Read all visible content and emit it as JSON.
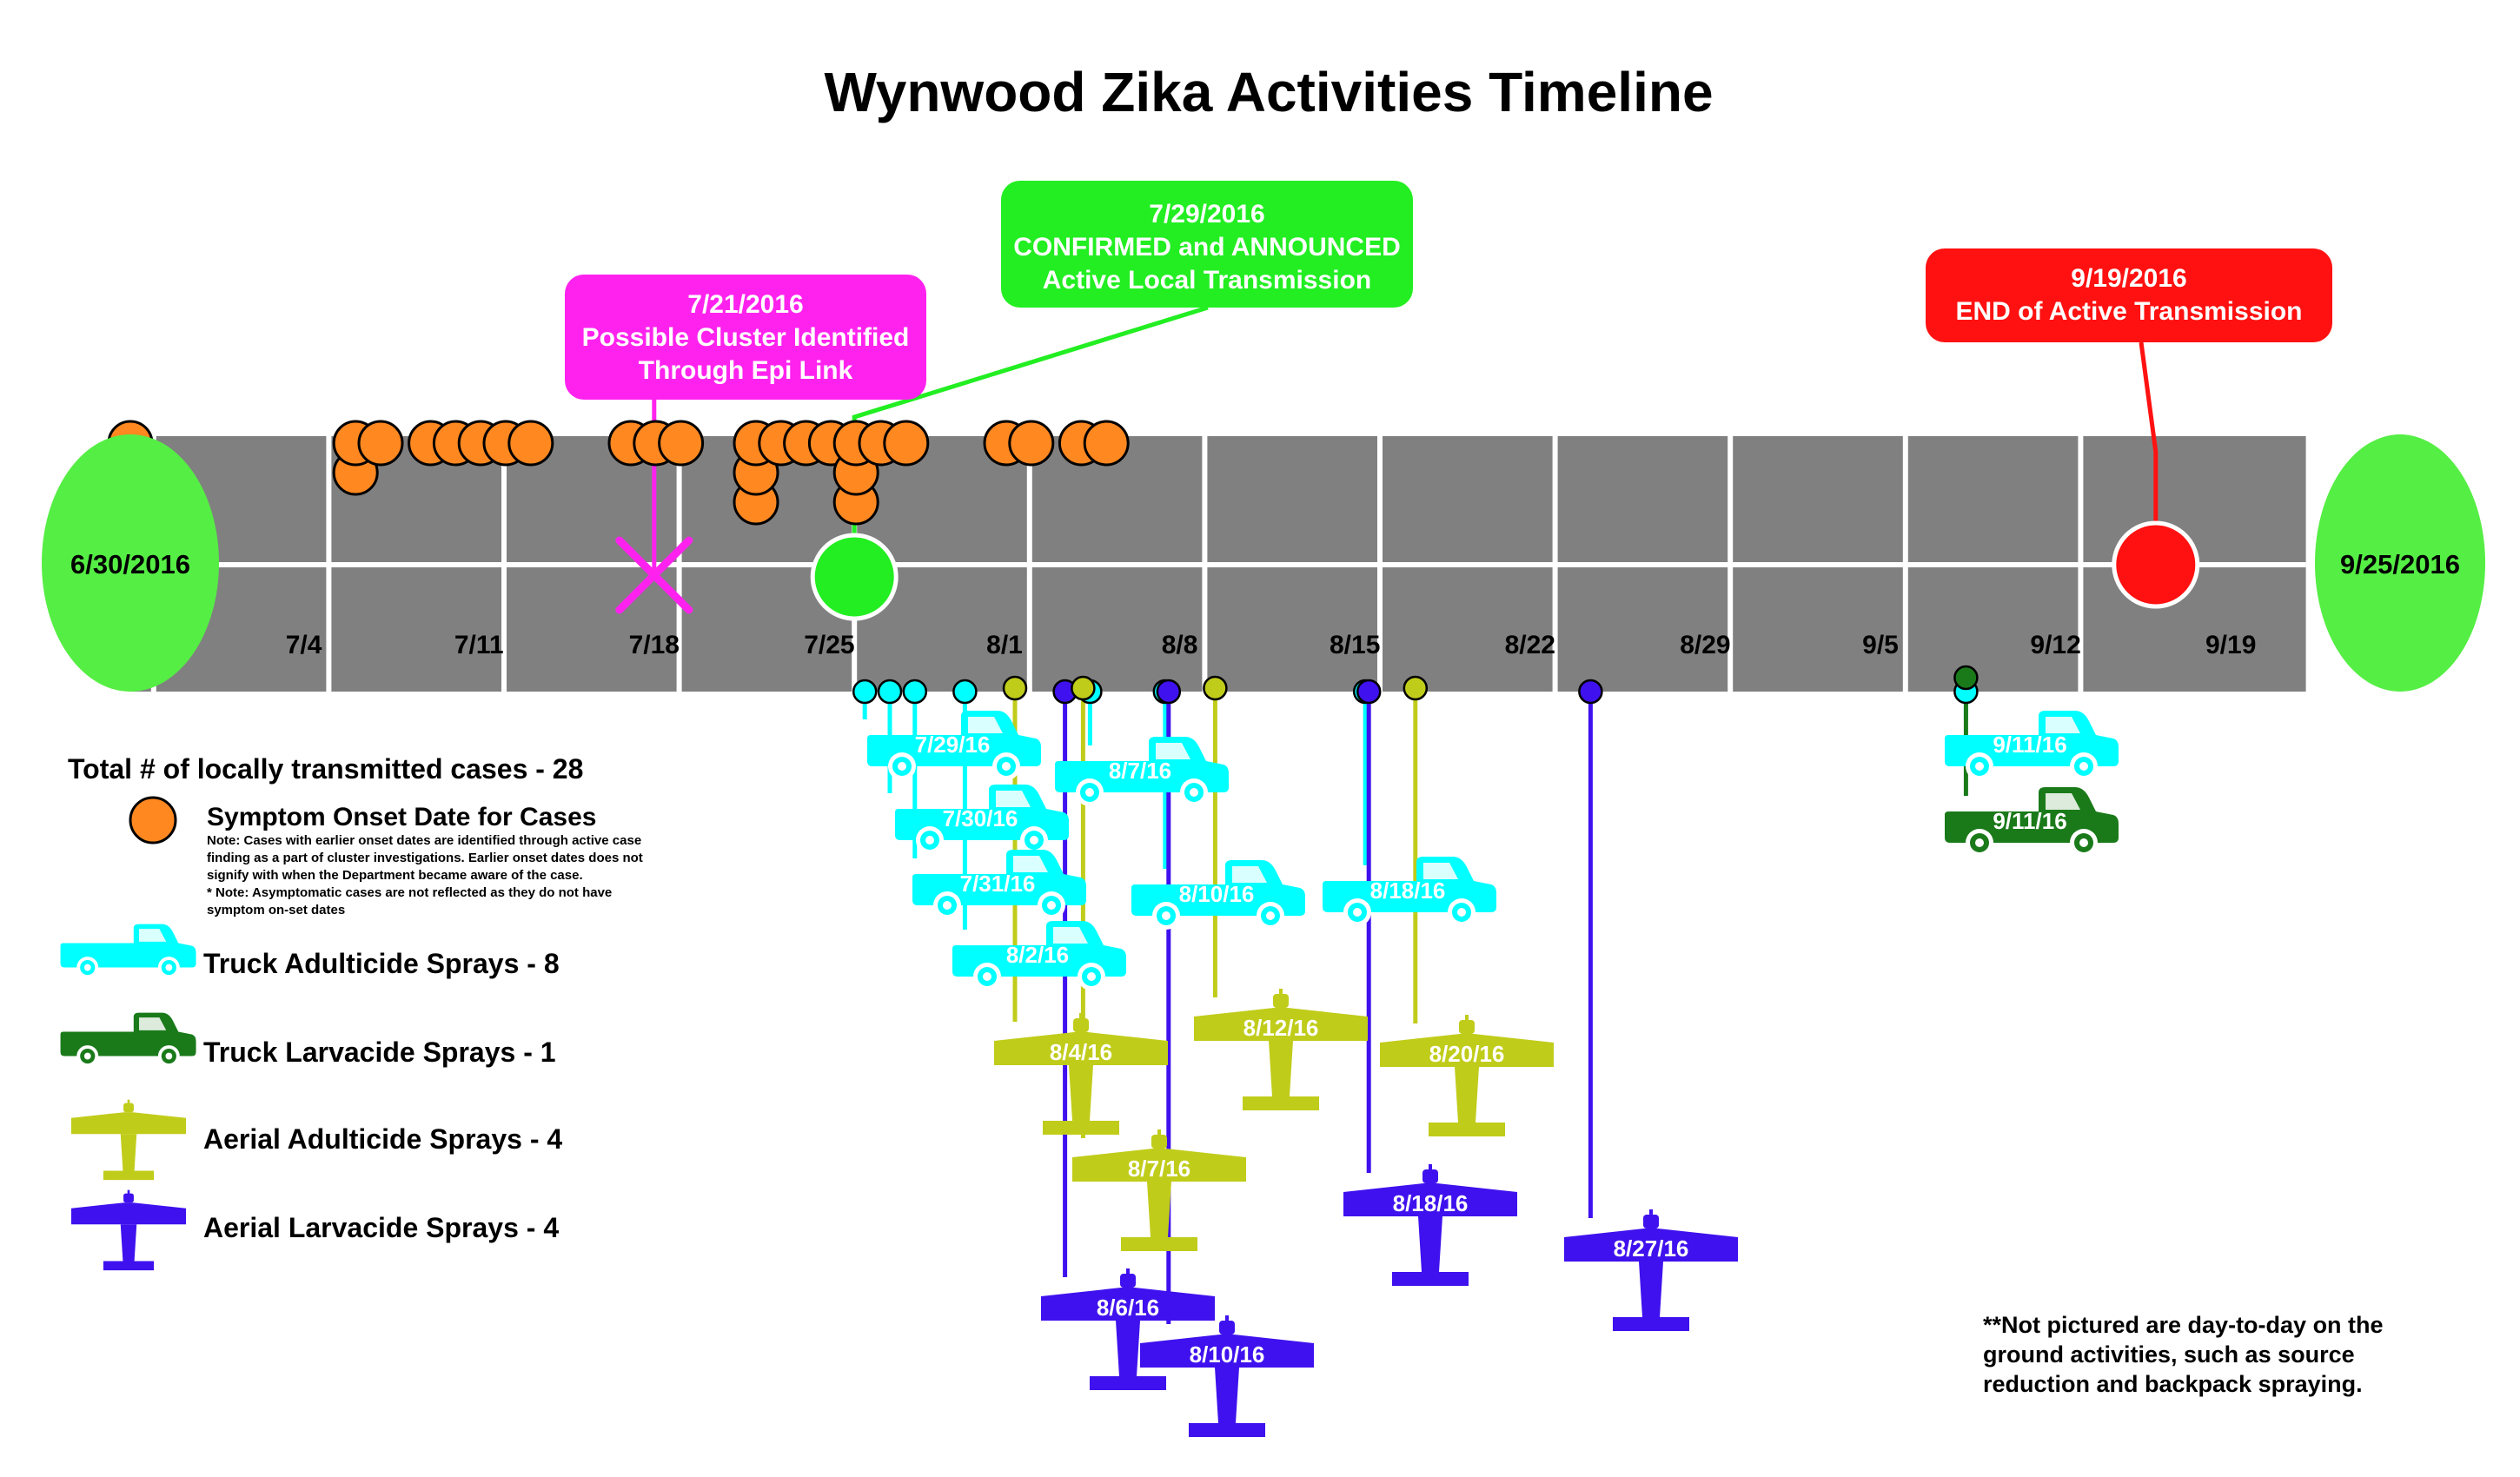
{
  "title": "Wynwood Zika Activities Timeline",
  "colors": {
    "track": "#808080",
    "grid": "#ffffff",
    "cap": "#55ee44",
    "case": "#ff8820",
    "magenta": "#ff22ee",
    "green": "#22ee22",
    "red": "#ff1111",
    "truck_adulticide": "#00ffff",
    "truck_larvacide": "#1a7a1a",
    "aerial_adulticide": "#c0cc1a",
    "aerial_larvacide": "#3f11ee"
  },
  "timeline": {
    "start_label": "6/30/2016",
    "end_label": "9/25/2016",
    "week_ticks": [
      {
        "date": "2016-07-04",
        "label": "7/4"
      },
      {
        "date": "2016-07-11",
        "label": "7/11"
      },
      {
        "date": "2016-07-18",
        "label": "7/18"
      },
      {
        "date": "2016-07-25",
        "label": "7/25"
      },
      {
        "date": "2016-08-01",
        "label": "8/1"
      },
      {
        "date": "2016-08-08",
        "label": "8/8"
      },
      {
        "date": "2016-08-15",
        "label": "8/15"
      },
      {
        "date": "2016-08-22",
        "label": "8/22"
      },
      {
        "date": "2016-08-29",
        "label": "8/29"
      },
      {
        "date": "2016-09-05",
        "label": "9/5"
      },
      {
        "date": "2016-09-12",
        "label": "9/12"
      },
      {
        "date": "2016-09-19",
        "label": "9/19"
      }
    ]
  },
  "callouts": {
    "cluster": {
      "date": "2016-07-21",
      "line1": "7/21/2016",
      "line2": "Possible Cluster Identified",
      "line3": "Through Epi Link"
    },
    "confirmed": {
      "date": "2016-07-29",
      "line1": "7/29/2016",
      "line2": "CONFIRMED and ANNOUNCED",
      "line3": "Active Local Transmission"
    },
    "end": {
      "date": "2016-09-19",
      "line1": "9/19/2016",
      "line2": "END of Active Transmission"
    }
  },
  "cases": [
    {
      "date": "2016-06-30",
      "count": 1
    },
    {
      "date": "2016-07-09",
      "count": 2
    },
    {
      "date": "2016-07-10",
      "count": 1
    },
    {
      "date": "2016-07-12",
      "count": 1
    },
    {
      "date": "2016-07-13",
      "count": 1
    },
    {
      "date": "2016-07-14",
      "count": 1
    },
    {
      "date": "2016-07-15",
      "count": 1
    },
    {
      "date": "2016-07-16",
      "count": 1
    },
    {
      "date": "2016-07-20",
      "count": 1
    },
    {
      "date": "2016-07-21",
      "count": 1
    },
    {
      "date": "2016-07-22",
      "count": 1
    },
    {
      "date": "2016-07-25",
      "count": 3
    },
    {
      "date": "2016-07-26",
      "count": 1
    },
    {
      "date": "2016-07-27",
      "count": 1
    },
    {
      "date": "2016-07-28",
      "count": 1
    },
    {
      "date": "2016-07-29",
      "count": 3
    },
    {
      "date": "2016-07-30",
      "count": 1
    },
    {
      "date": "2016-07-31",
      "count": 1
    },
    {
      "date": "2016-08-04",
      "count": 1
    },
    {
      "date": "2016-08-05",
      "count": 1
    },
    {
      "date": "2016-08-07",
      "count": 1
    },
    {
      "date": "2016-08-08",
      "count": 1
    }
  ],
  "sprays": [
    {
      "kind": "truck_adulticide",
      "date": "2016-07-29",
      "label": "7/29/16"
    },
    {
      "kind": "truck_adulticide",
      "date": "2016-07-30",
      "label": "7/30/16"
    },
    {
      "kind": "truck_adulticide",
      "date": "2016-07-31",
      "label": "7/31/16"
    },
    {
      "kind": "truck_adulticide",
      "date": "2016-08-02",
      "label": "8/2/16"
    },
    {
      "kind": "aerial_adulticide",
      "date": "2016-08-04",
      "label": "8/4/16"
    },
    {
      "kind": "aerial_larvacide",
      "date": "2016-08-06",
      "label": "8/6/16"
    },
    {
      "kind": "truck_adulticide",
      "date": "2016-08-07",
      "label": "8/7/16"
    },
    {
      "kind": "aerial_adulticide",
      "date": "2016-08-07",
      "label": "8/7/16"
    },
    {
      "kind": "truck_adulticide",
      "date": "2016-08-10",
      "label": "8/10/16"
    },
    {
      "kind": "aerial_larvacide",
      "date": "2016-08-10",
      "label": "8/10/16"
    },
    {
      "kind": "aerial_adulticide",
      "date": "2016-08-12",
      "label": "8/12/16"
    },
    {
      "kind": "truck_adulticide",
      "date": "2016-08-18",
      "label": "8/18/16"
    },
    {
      "kind": "aerial_larvacide",
      "date": "2016-08-18",
      "label": "8/18/16"
    },
    {
      "kind": "aerial_adulticide",
      "date": "2016-08-20",
      "label": "8/20/16"
    },
    {
      "kind": "aerial_larvacide",
      "date": "2016-08-27",
      "label": "8/27/16"
    },
    {
      "kind": "truck_adulticide",
      "date": "2016-09-11",
      "label": "9/11/16"
    },
    {
      "kind": "truck_larvacide",
      "date": "2016-09-11",
      "label": "9/11/16"
    }
  ],
  "legend": {
    "total": "Total # of locally transmitted cases - 28",
    "symptom": "Symptom Onset Date for Cases",
    "note_lines": [
      "Note: Cases with earlier onset dates are identified through active case",
      "finding as a part of cluster investigations. Earlier onset dates does not",
      "signify with when the Department became aware of the case.",
      "* Note: Asymptomatic cases are not reflected as they do not have",
      "symptom on-set dates"
    ],
    "truck_adulticide": "Truck Adulticide Sprays - 8",
    "truck_larvacide": "Truck Larvacide Sprays -  1",
    "aerial_adulticide": "Aerial Adulticide Sprays - 4",
    "aerial_larvacide": "Aerial Larvacide Sprays - 4"
  },
  "footnote_lines": [
    "**Not pictured are day-to-day on the",
    "ground activities, such as source",
    "reduction and backpack spraying."
  ]
}
